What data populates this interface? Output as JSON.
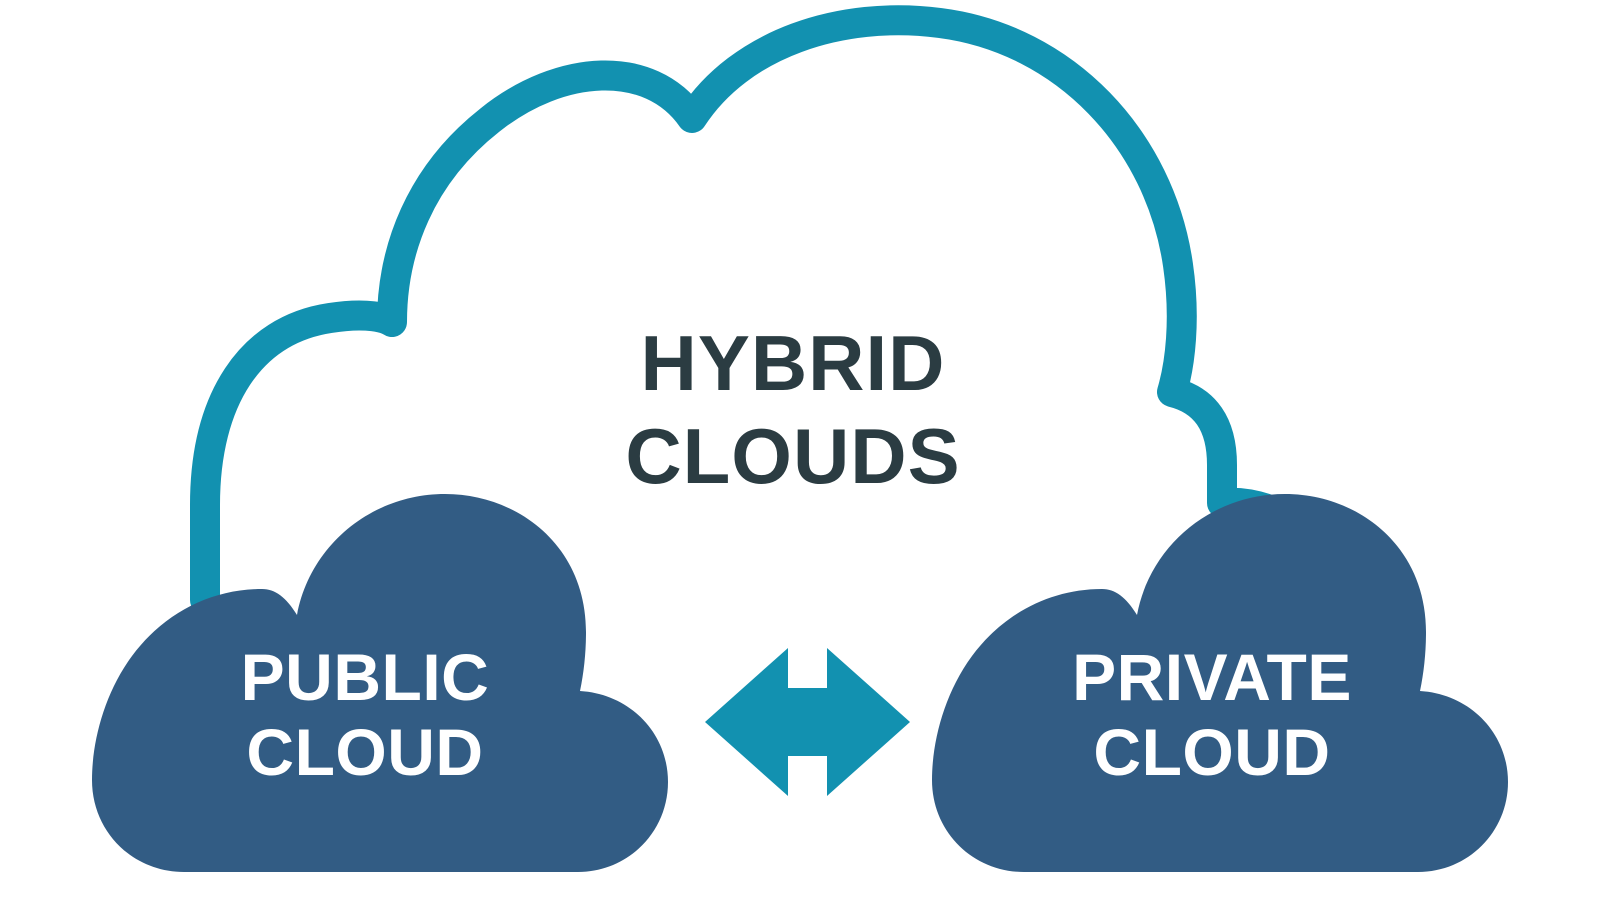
{
  "diagram": {
    "title": "Hybrid Clouds",
    "background_color": "#ffffff",
    "colors": {
      "outline_teal": "#1291b0",
      "cloud_blue": "#325c84",
      "title_slate": "#2b3c42",
      "label_white": "#ffffff"
    }
  },
  "hybrid_cloud": {
    "icon": "cloud-outline-icon",
    "title_line1": "HYBRID",
    "title_line2": "CLOUDS",
    "stroke_color": "#1291b0",
    "stroke_width": 30
  },
  "public_cloud": {
    "icon": "cloud-filled-icon",
    "label_line1": "PUBLIC",
    "label_line2": "CLOUD",
    "fill_color": "#325c84",
    "text_color": "#ffffff"
  },
  "private_cloud": {
    "icon": "cloud-filled-icon",
    "label_line1": "PRIVATE",
    "label_line2": "CLOUD",
    "fill_color": "#325c84",
    "text_color": "#ffffff"
  },
  "connector": {
    "icon": "double-headed-arrow-icon",
    "direction": "bidirectional",
    "color": "#1291b0"
  }
}
